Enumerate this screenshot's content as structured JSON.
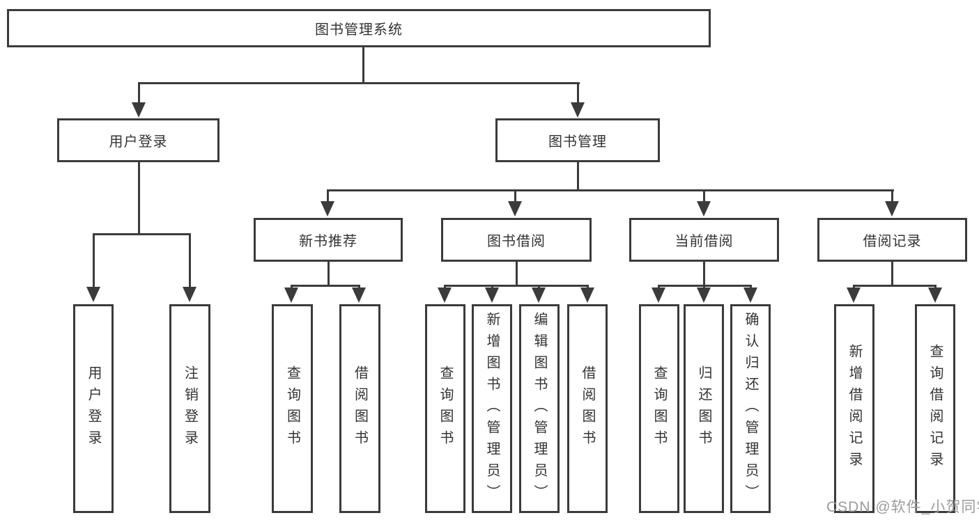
{
  "tree": {
    "root": "图书管理系统",
    "branches": [
      {
        "label": "用户登录",
        "children": [
          "用户登录",
          "注销登录"
        ]
      },
      {
        "label": "图书管理",
        "groups": [
          {
            "label": "新书推荐",
            "children": [
              "查询图书",
              "借阅图书"
            ]
          },
          {
            "label": "图书借阅",
            "children": [
              "查询图书",
              "新增图书（管理员）",
              "编辑图书（管理员）",
              "借阅图书"
            ]
          },
          {
            "label": "当前借阅",
            "children": [
              "查询图书",
              "归还图书",
              "确认归还（管理员）"
            ]
          },
          {
            "label": "借阅记录",
            "children": [
              "新增借阅记录",
              "查询借阅记录"
            ]
          }
        ]
      }
    ]
  },
  "watermark": "CSDN @软件_小贺同学",
  "colors": {
    "line": "#3b3b3b",
    "text": "#333333",
    "watermark": "#9b9b9b",
    "background": "#ffffff"
  }
}
